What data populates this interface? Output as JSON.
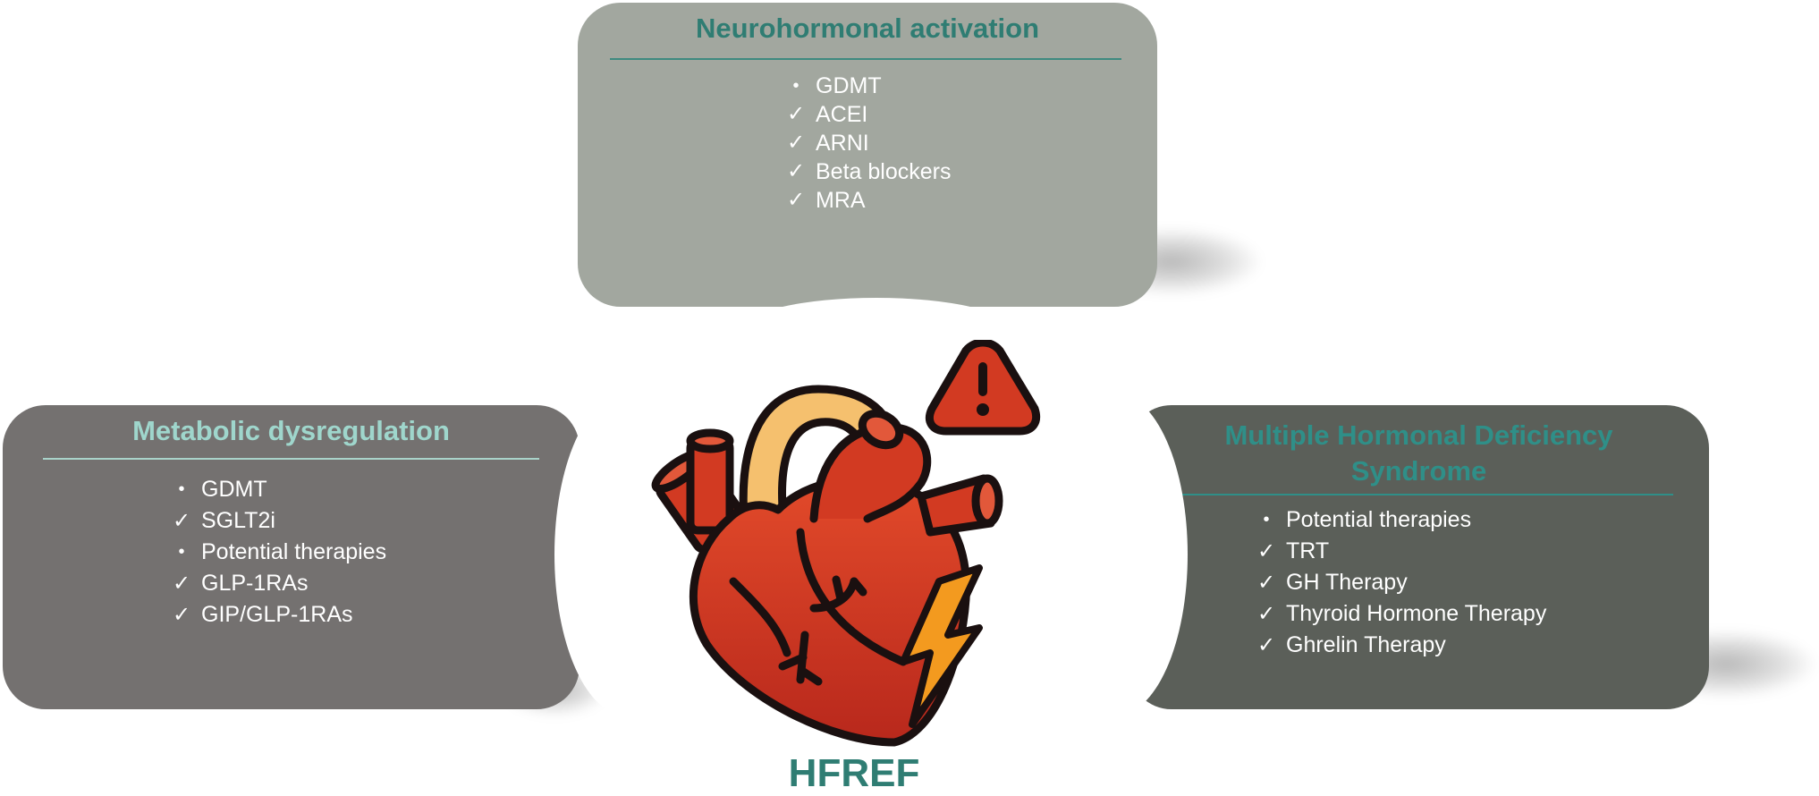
{
  "boxes": {
    "top": {
      "title": "Neurohormonal activation",
      "items": [
        {
          "marker": "•",
          "text": "GDMT"
        },
        {
          "marker": "✓",
          "text": "ACEI"
        },
        {
          "marker": "✓",
          "text": "ARNI"
        },
        {
          "marker": "✓",
          "text": "Beta blockers"
        },
        {
          "marker": "✓",
          "text": "MRA"
        }
      ]
    },
    "left": {
      "title": "Metabolic dysregulation",
      "items": [
        {
          "marker": "•",
          "text": "GDMT"
        },
        {
          "marker": "✓",
          "text": "SGLT2i"
        },
        {
          "marker": "•",
          "text": "Potential therapies"
        },
        {
          "marker": "✓",
          "text": "GLP-1RAs"
        },
        {
          "marker": "✓",
          "text": "GIP/GLP-1RAs"
        }
      ]
    },
    "right": {
      "title": "Multiple Hormonal Deficiency Syndrome",
      "items": [
        {
          "marker": "•",
          "text": "Potential therapies"
        },
        {
          "marker": "✓",
          "text": "TRT"
        },
        {
          "marker": "✓",
          "text": "GH Therapy"
        },
        {
          "marker": "✓",
          "text": "Thyroid Hormone Therapy"
        },
        {
          "marker": "✓",
          "text": "Ghrelin Therapy"
        }
      ]
    }
  },
  "center": {
    "label": "HFREF",
    "icons": [
      "heart-icon",
      "warning-triangle-icon",
      "lightning-bolt-icon"
    ]
  },
  "colors": {
    "top_box": "#a2a79f",
    "left_box": "#747170",
    "right_box": "#5b5f59",
    "teal_title": "#2f7d73",
    "light_teal_title": "#9fd6cc",
    "heart_red": "#d23a22",
    "heart_outline": "#1a1010",
    "aorta": "#f5c06e",
    "bolt": "#f39a1f"
  }
}
